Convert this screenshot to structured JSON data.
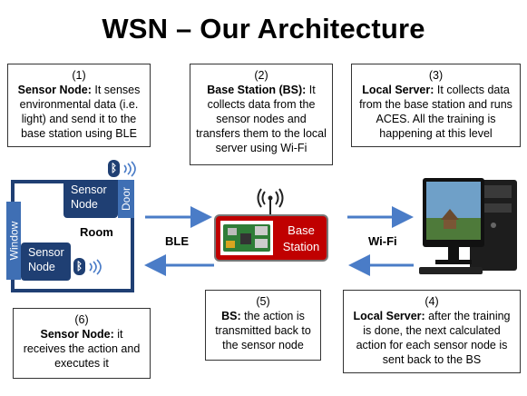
{
  "title": "WSN – Our Architecture",
  "boxes": {
    "b1": {
      "num": "(1)",
      "head": "Sensor Node:",
      "text": " It senses environmental data (i.e. light) and send it to the base station using BLE"
    },
    "b2": {
      "num": "(2)",
      "head": "Base Station (BS):",
      "text": " It collects data  from the sensor nodes and transfers them to the local server using Wi-Fi"
    },
    "b3": {
      "num": "(3)",
      "head": "Local Server:",
      "text": " It collects data from the base station and runs ACES. All the training is happening at this level"
    },
    "b4": {
      "num": "(4)",
      "head": "Local Server:",
      "text": " after the training is done, the next calculated action for each sensor node is sent back to the BS"
    },
    "b5": {
      "num": "(5)",
      "head": "BS:",
      "text": " the action is transmitted back to the sensor node"
    },
    "b6": {
      "num": "(6)",
      "head": "Sensor Node:",
      "text": " it receives the action and executes it"
    }
  },
  "room": {
    "label": "Room",
    "window": "Window",
    "door": "Door",
    "node_top": "Sensor\nNode",
    "node_bottom": "Sensor\nNode"
  },
  "base_station": {
    "label": "Base\nStation"
  },
  "links": {
    "ble": "BLE",
    "wifi": "Wi-Fi"
  },
  "colors": {
    "node": "#1f3f73",
    "arrow": "#4a7cc7",
    "base_station": "#c00000"
  },
  "icons": [
    "bluetooth-icon",
    "wireless-signal-icon",
    "antenna-icon",
    "raspberry-pi-board",
    "desktop-computer"
  ]
}
